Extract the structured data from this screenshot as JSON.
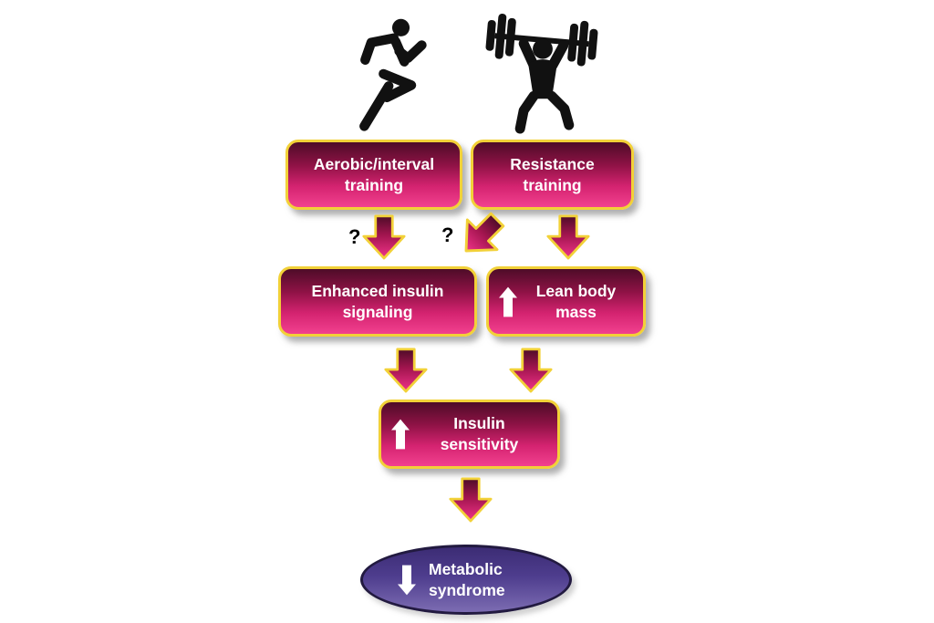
{
  "figure": {
    "type": "flow-diagram",
    "background": "#ffffff"
  },
  "icons": {
    "runner": "runner-icon",
    "weightlifter": "weightlifter-icon",
    "up_indicator": "up-arrow-icon",
    "down_indicator": "down-arrow-icon",
    "flow_down": "flow-arrow-down-icon",
    "flow_diagonal": "flow-arrow-diagonal-icon"
  },
  "nodes": {
    "aerobic": {
      "line1": "Aerobic/interval",
      "line2": "training"
    },
    "resistance": {
      "line1": "Resistance",
      "line2": "training"
    },
    "enhanced_insulin": {
      "line1": "Enhanced insulin",
      "line2": "signaling"
    },
    "lean_body": {
      "line1": "Lean body",
      "line2": "mass",
      "indicator": "up-arrow"
    },
    "insulin_sensitivity": {
      "line1": "Insulin",
      "line2": "sensitivity",
      "indicator": "up-arrow"
    },
    "metabolic_syndrome": {
      "line1": "Metabolic",
      "line2": "syndrome",
      "indicator": "down-arrow"
    }
  },
  "connectors": {
    "question1": "?",
    "question2": "?"
  },
  "colors": {
    "box_gradient_top": "#4e0c28",
    "box_gradient_mid": "#d42370",
    "box_gradient_bottom": "#f2418f",
    "box_border_gold": "#f2d138",
    "arrow_gradient_top": "#4e0c28",
    "arrow_gradient_tip": "#f0338a",
    "ellipse_gradient_top": "#3c2c74",
    "ellipse_gradient_bottom": "#7c6cb2",
    "ellipse_border": "#221a40",
    "icon_black": "#111111",
    "text_white": "#ffffff",
    "question_mark_black": "#000000"
  }
}
